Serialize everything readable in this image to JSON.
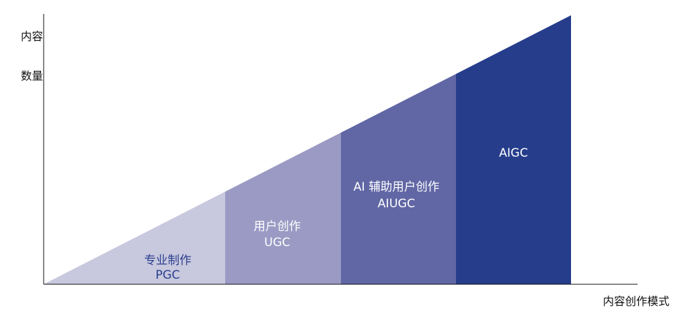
{
  "axes": {
    "y_label_lines": [
      "内容",
      "数量"
    ],
    "x_label": "内容创作模式"
  },
  "stages": [
    {
      "line1": "专业制作",
      "line2": "PGC",
      "fill": "#c8c8de",
      "text_color": "#2b3f8f"
    },
    {
      "line1": "用户创作",
      "line2": "UGC",
      "fill": "#9a9ac4",
      "text_color": "#ffffff"
    },
    {
      "line1": "AI 辅助用户创作",
      "line2": "AIUGC",
      "fill": "#6167a5",
      "text_color": "#ffffff"
    },
    {
      "line1": "AIGC",
      "line2": "",
      "fill": "#263d8c",
      "text_color": "#ffffff"
    }
  ]
}
